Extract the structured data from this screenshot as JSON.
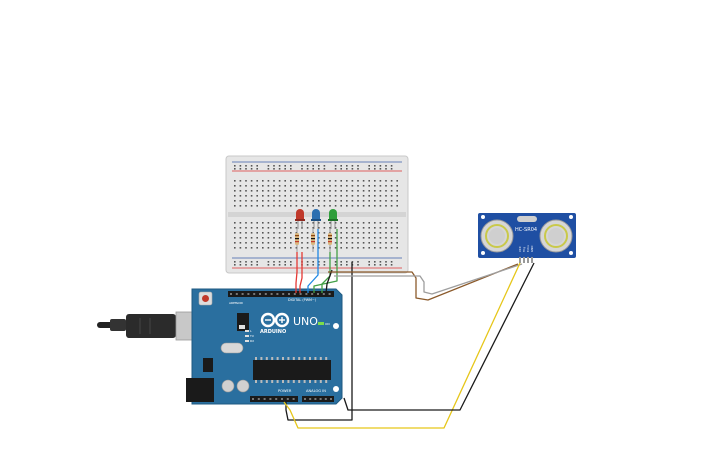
{
  "arduino": {
    "model": "UNO",
    "brand": "ARDUINO",
    "header_digital": "DIGITAL (PWM~)",
    "header_power": "POWER",
    "header_analog": "ANALOG IN",
    "on_label": "ON",
    "aref": "AREF",
    "gnd_top": "GND",
    "tx": "TX",
    "rx": "RX",
    "l": "L",
    "colors": {
      "board": "#2a6f9f",
      "board_dark": "#1f5a82"
    }
  },
  "sensor": {
    "model": "HC-SR04",
    "pin_labels": [
      "VCC",
      "Trig",
      "Echo",
      "GND"
    ],
    "colors": {
      "board": "#1f4fa3"
    }
  },
  "leds": [
    {
      "name": "red-led",
      "color": "#c0392b"
    },
    {
      "name": "blue-led",
      "color": "#2c6fb0"
    },
    {
      "name": "green-led",
      "color": "#2e9e3a"
    }
  ],
  "wires": {
    "colors": {
      "red": "#e53935",
      "blue": "#1e88e5",
      "green": "#43a047",
      "black": "#1a1a1a",
      "brown": "#8b5a2b",
      "gray": "#9e9e9e",
      "yellow": "#e6c619"
    }
  }
}
